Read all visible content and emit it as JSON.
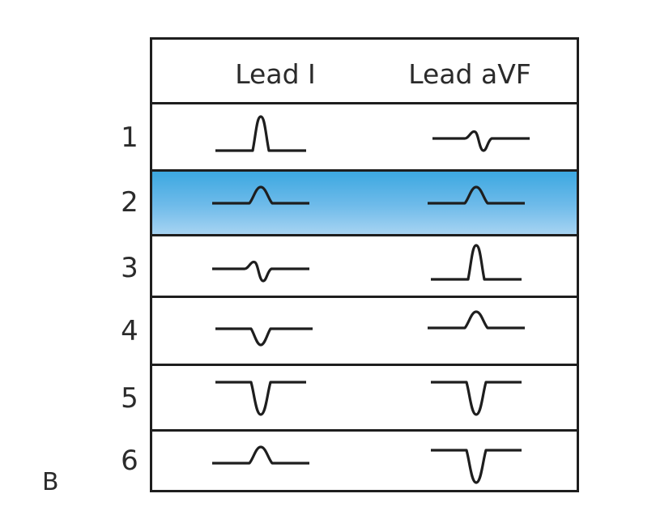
{
  "panel_label": "B",
  "columns": [
    "Lead I",
    "Lead aVF"
  ],
  "rows": [
    {
      "number": "1",
      "lead_i": "upright-large",
      "lead_avf": "biphasic-small",
      "highlighted": false
    },
    {
      "number": "2",
      "lead_i": "upright-small",
      "lead_avf": "upright-small",
      "highlighted": true
    },
    {
      "number": "3",
      "lead_i": "biphasic-small",
      "lead_avf": "upright-large",
      "highlighted": false
    },
    {
      "number": "4",
      "lead_i": "inverted-small",
      "lead_avf": "upright-small",
      "highlighted": false
    },
    {
      "number": "5",
      "lead_i": "inverted-large",
      "lead_avf": "inverted-large",
      "highlighted": false
    },
    {
      "number": "6",
      "lead_i": "upright-small",
      "lead_avf": "inverted-large",
      "highlighted": false
    }
  ],
  "colors": {
    "highlight": "#4aa9e2",
    "line": "#1e1e1e",
    "text": "#2b2b2b"
  }
}
